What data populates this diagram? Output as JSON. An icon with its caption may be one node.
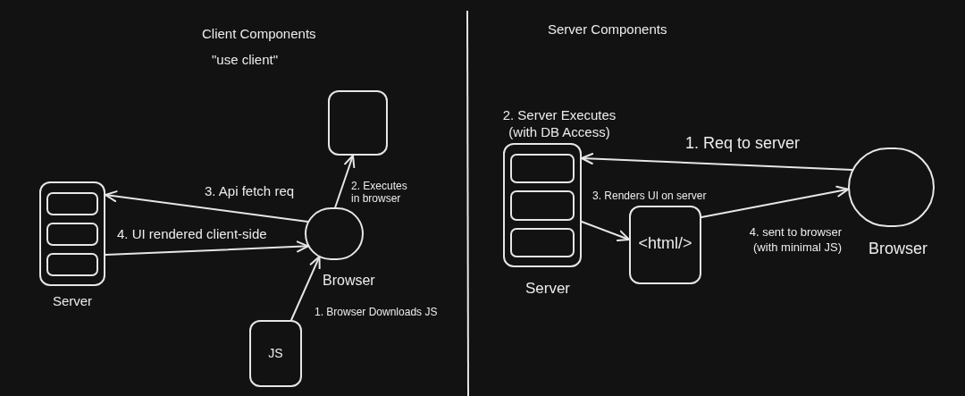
{
  "diagram": {
    "nodes": [
      {
        "text": [
          "Server"
        ]
      },
      {
        "text": [],
        "shape": "box"
      },
      {
        "text": [
          "Browser"
        ]
      },
      {
        "text": [
          "JS"
        ]
      },
      {
        "text": [
          "Server"
        ],
        "beside": [
          "2. Server Executes (with DB Access)"
        ]
      },
      {
        "text": [
          "<html/>"
        ]
      },
      {
        "text": [
          "Browser"
        ]
      }
    ],
    "edges": [
      {
        "from": 2,
        "to": 0,
        "arrow": "to",
        "label": "3. Api fetch req"
      },
      {
        "from": 0,
        "to": 2,
        "arrow": "to",
        "label": "4. UI rendered client-side"
      },
      {
        "from": 2,
        "to": 1,
        "arrow": "to",
        "label": "2. Executes in browser"
      },
      {
        "from": 3,
        "to": 2,
        "arrow": "to",
        "label": "1. Browser Downloads JS"
      },
      {
        "from": 6,
        "to": 4,
        "arrow": "to",
        "label": "1. Req to server"
      },
      {
        "from": 4,
        "to": 5,
        "arrow": "to",
        "label": "3. Renders UI on server"
      },
      {
        "from": 5,
        "to": 6,
        "arrow": "to",
        "label": "4. sent to browser (with minimal JS)"
      }
    ],
    "labels": [
      "Client Components",
      "\"use client\"",
      "Server Components"
    ]
  }
}
